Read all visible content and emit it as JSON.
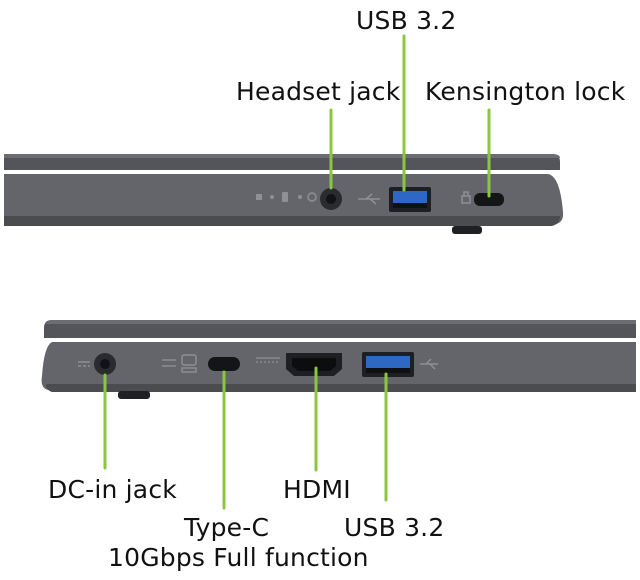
{
  "labels": {
    "usb_top": "USB 3.2",
    "headset_jack": "Headset jack",
    "kensington_lock": "Kensington lock",
    "dc_in_jack": "DC-in jack",
    "hdmi": "HDMI",
    "usb_bottom": "USB 3.2",
    "type_c_line1": "Type-C",
    "type_c_line2": "10Gbps Full function"
  },
  "colors": {
    "callout": "#8cc63f",
    "body": "#5e5f63",
    "body_dark": "#3c3d40",
    "usb_blue": "#2f67c4"
  }
}
